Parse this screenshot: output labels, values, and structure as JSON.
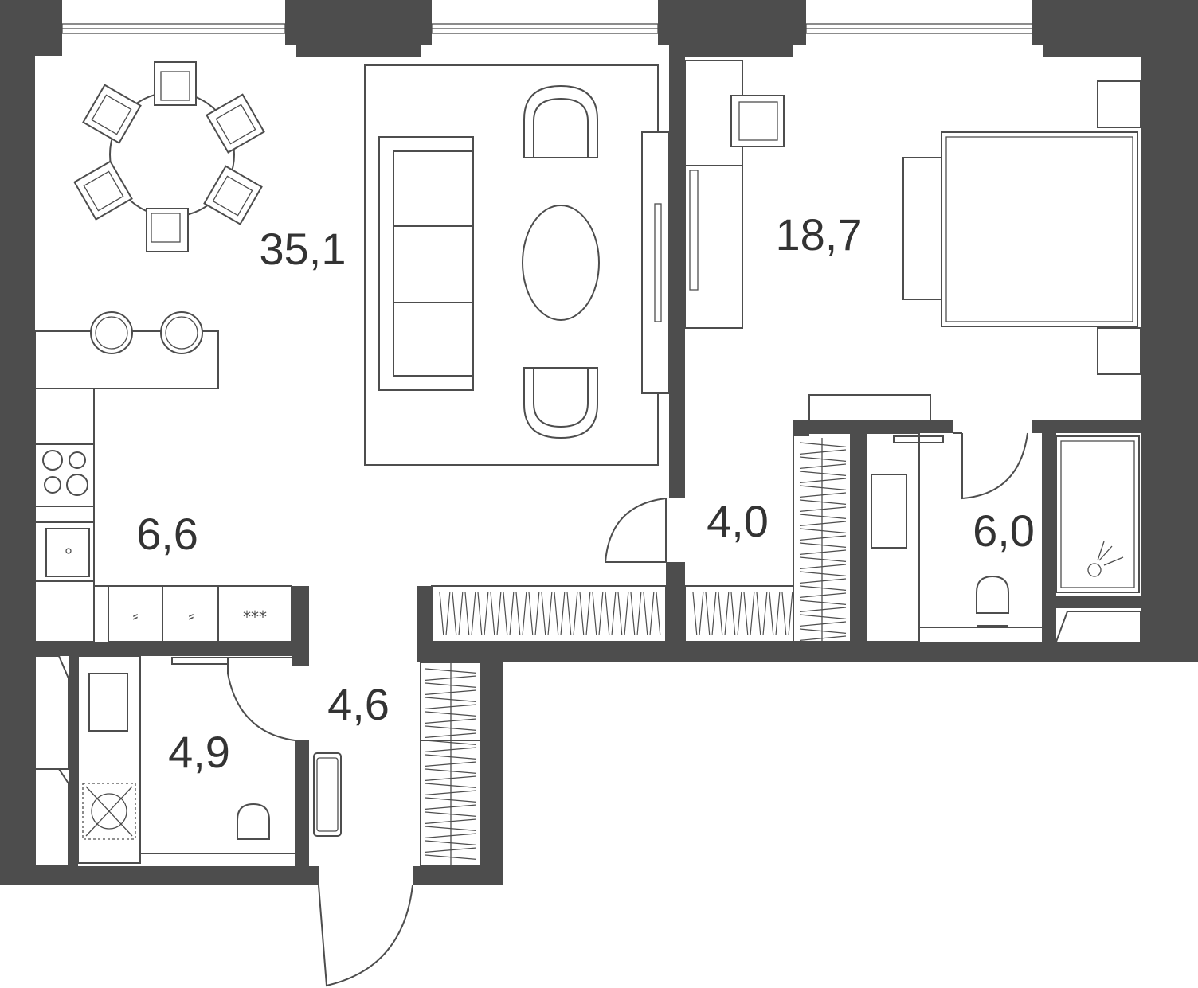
{
  "plan": {
    "areas": {
      "living_kitchen": "35,1",
      "bedroom": "18,7",
      "kitchen_zone": "6,6",
      "corridor": "4,0",
      "bathroom": "6,0",
      "hall": "4,6",
      "wc": "4,9"
    },
    "appliance_marks": {
      "first": "⸗",
      "second": "⸗",
      "third": "***"
    }
  },
  "colors": {
    "wall": "#4d4d4d",
    "line": "#4d4d4d",
    "text": "#333333",
    "background": "#ffffff"
  }
}
